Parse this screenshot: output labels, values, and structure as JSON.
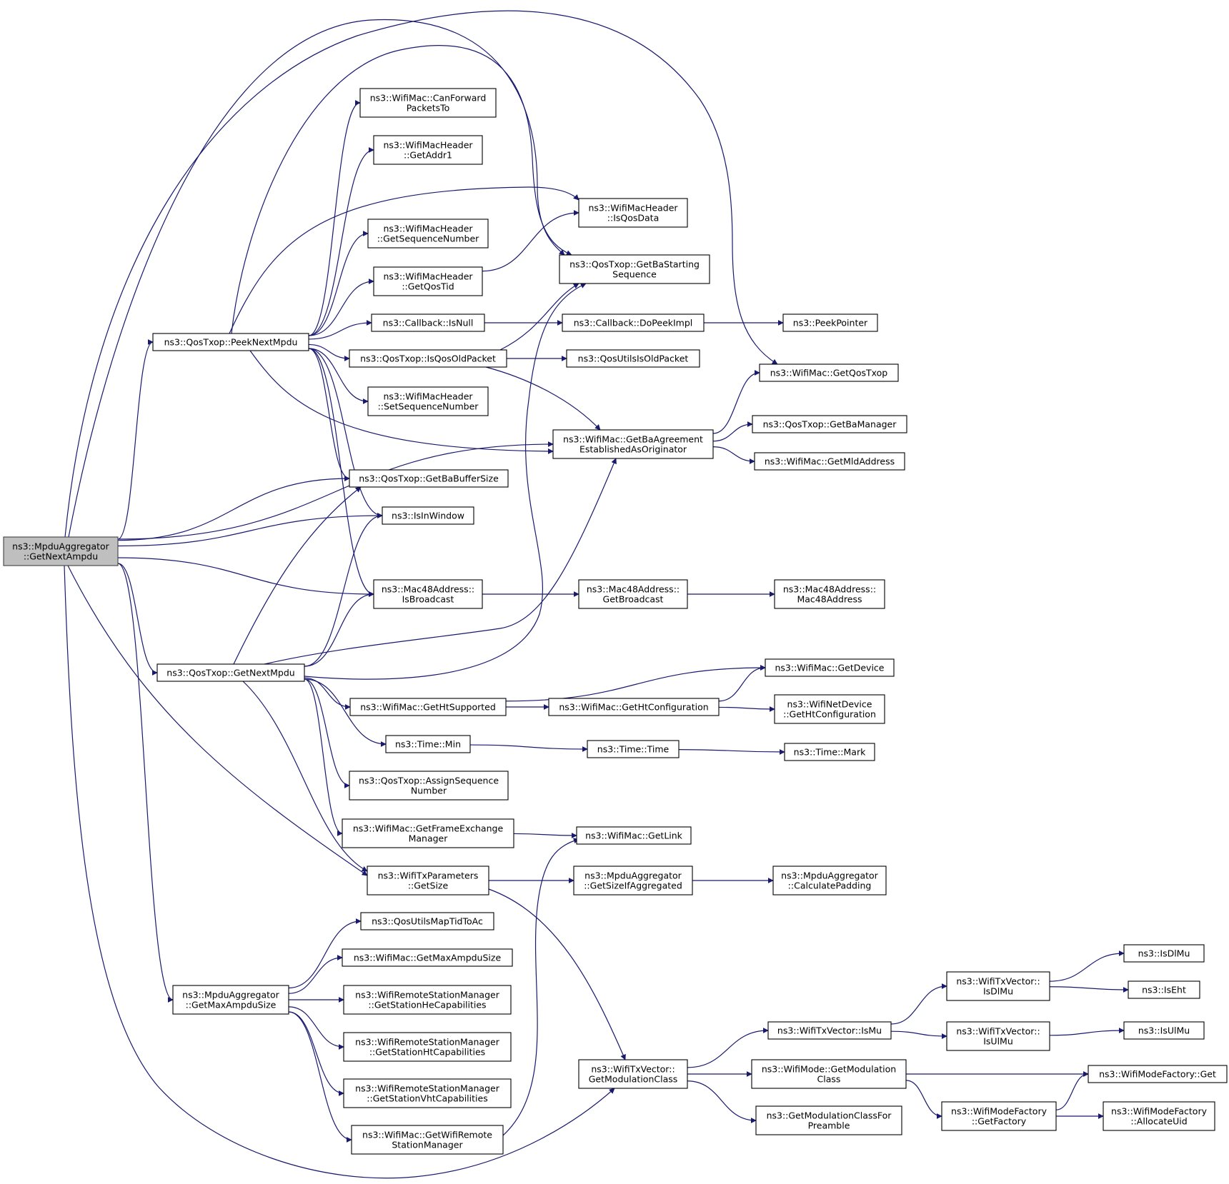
{
  "graph": {
    "root": "n_root",
    "nodes": [
      {
        "id": "n_root",
        "lines": [
          "ns3::MpduAggregator",
          "::GetNextAmpdu"
        ],
        "root": true
      },
      {
        "id": "n_peek",
        "lines": [
          "ns3::QosTxop::PeekNextMpdu"
        ]
      },
      {
        "id": "n_getnextmpdu",
        "lines": [
          "ns3::QosTxop::GetNextMpdu"
        ]
      },
      {
        "id": "n_getmaxampdu_agg",
        "lines": [
          "ns3::MpduAggregator",
          "::GetMaxAmpduSize"
        ]
      },
      {
        "id": "n_canforward",
        "lines": [
          "ns3::WifiMac::CanForward",
          "PacketsTo"
        ]
      },
      {
        "id": "n_getaddr1",
        "lines": [
          "ns3::WifiMacHeader",
          "::GetAddr1"
        ]
      },
      {
        "id": "n_getseqnum",
        "lines": [
          "ns3::WifiMacHeader",
          "::GetSequenceNumber"
        ]
      },
      {
        "id": "n_getqostid",
        "lines": [
          "ns3::WifiMacHeader",
          "::GetQosTid"
        ]
      },
      {
        "id": "n_cbisnull",
        "lines": [
          "ns3::Callback::IsNull"
        ]
      },
      {
        "id": "n_isqosold",
        "lines": [
          "ns3::QosTxop::IsQosOldPacket"
        ]
      },
      {
        "id": "n_setseqnum",
        "lines": [
          "ns3::WifiMacHeader",
          "::SetSequenceNumber"
        ]
      },
      {
        "id": "n_getbabuffersize",
        "lines": [
          "ns3::QosTxop::GetBaBufferSize"
        ]
      },
      {
        "id": "n_isinwindow",
        "lines": [
          "ns3::IsInWindow"
        ]
      },
      {
        "id": "n_isbroadcast",
        "lines": [
          "ns3::Mac48Address::",
          "IsBroadcast"
        ]
      },
      {
        "id": "n_isqosdata",
        "lines": [
          "ns3::WifiMacHeader",
          "::IsQosData"
        ]
      },
      {
        "id": "n_getbastartseq",
        "lines": [
          "ns3::QosTxop::GetBaStarting",
          "Sequence"
        ]
      },
      {
        "id": "n_dopeekimpl",
        "lines": [
          "ns3::Callback::DoPeekImpl"
        ]
      },
      {
        "id": "n_qosutilsold",
        "lines": [
          "ns3::QosUtilsIsOldPacket"
        ]
      },
      {
        "id": "n_getbaagreement",
        "lines": [
          "ns3::WifiMac::GetBaAgreement",
          "EstablishedAsOriginator"
        ]
      },
      {
        "id": "n_getbroadcast",
        "lines": [
          "ns3::Mac48Address::",
          "GetBroadcast"
        ]
      },
      {
        "id": "n_peekpointer",
        "lines": [
          "ns3::PeekPointer"
        ]
      },
      {
        "id": "n_getqostxop",
        "lines": [
          "ns3::WifiMac::GetQosTxop"
        ]
      },
      {
        "id": "n_getbamanager",
        "lines": [
          "ns3::QosTxop::GetBaManager"
        ]
      },
      {
        "id": "n_getmldaddress",
        "lines": [
          "ns3::WifiMac::GetMldAddress"
        ]
      },
      {
        "id": "n_mac48address",
        "lines": [
          "ns3::Mac48Address::",
          "Mac48Address"
        ]
      },
      {
        "id": "n_gethtsupported",
        "lines": [
          "ns3::WifiMac::GetHtSupported"
        ]
      },
      {
        "id": "n_timemin",
        "lines": [
          "ns3::Time::Min"
        ]
      },
      {
        "id": "n_assignseq",
        "lines": [
          "ns3::QosTxop::AssignSequence",
          "Number"
        ]
      },
      {
        "id": "n_getfem",
        "lines": [
          "ns3::WifiMac::GetFrameExchange",
          "Manager"
        ]
      },
      {
        "id": "n_txparamsize",
        "lines": [
          "ns3::WifiTxParameters",
          "::GetSize"
        ]
      },
      {
        "id": "n_getdevice",
        "lines": [
          "ns3::WifiMac::GetDevice"
        ]
      },
      {
        "id": "n_gethtconfig",
        "lines": [
          "ns3::WifiMac::GetHtConfiguration"
        ]
      },
      {
        "id": "n_netdevhtconfig",
        "lines": [
          "ns3::WifiNetDevice",
          "::GetHtConfiguration"
        ]
      },
      {
        "id": "n_timetime",
        "lines": [
          "ns3::Time::Time"
        ]
      },
      {
        "id": "n_timemark",
        "lines": [
          "ns3::Time::Mark"
        ]
      },
      {
        "id": "n_getlink",
        "lines": [
          "ns3::WifiMac::GetLink"
        ]
      },
      {
        "id": "n_getsizeifagg",
        "lines": [
          "ns3::MpduAggregator",
          "::GetSizeIfAggregated"
        ]
      },
      {
        "id": "n_calcpadding",
        "lines": [
          "ns3::MpduAggregator",
          "::CalculatePadding"
        ]
      },
      {
        "id": "n_mapTidToAc",
        "lines": [
          "ns3::QosUtilsMapTidToAc"
        ]
      },
      {
        "id": "n_macgetmaxampdu",
        "lines": [
          "ns3::WifiMac::GetMaxAmpduSize"
        ]
      },
      {
        "id": "n_stahecap",
        "lines": [
          "ns3::WifiRemoteStationManager",
          "::GetStationHeCapabilities"
        ]
      },
      {
        "id": "n_stahtcap",
        "lines": [
          "ns3::WifiRemoteStationManager",
          "::GetStationHtCapabilities"
        ]
      },
      {
        "id": "n_stavhtcap",
        "lines": [
          "ns3::WifiRemoteStationManager",
          "::GetStationVhtCapabilities"
        ]
      },
      {
        "id": "n_getwrsm",
        "lines": [
          "ns3::WifiMac::GetWifiRemote",
          "StationManager"
        ]
      },
      {
        "id": "n_txvecmodclass",
        "lines": [
          "ns3::WifiTxVector::",
          "GetModulationClass"
        ]
      },
      {
        "id": "n_txvecismu",
        "lines": [
          "ns3::WifiTxVector::IsMu"
        ]
      },
      {
        "id": "n_modegetmodclass",
        "lines": [
          "ns3::WifiMode::GetModulation",
          "Class"
        ]
      },
      {
        "id": "n_getmodclasspre",
        "lines": [
          "ns3::GetModulationClassFor",
          "Preamble"
        ]
      },
      {
        "id": "n_txvecisdlmu",
        "lines": [
          "ns3::WifiTxVector::",
          "IsDlMu"
        ]
      },
      {
        "id": "n_txvecisulmu",
        "lines": [
          "ns3::WifiTxVector::",
          "IsUlMu"
        ]
      },
      {
        "id": "n_isdlmu",
        "lines": [
          "ns3::IsDlMu"
        ]
      },
      {
        "id": "n_iseht",
        "lines": [
          "ns3::IsEht"
        ]
      },
      {
        "id": "n_isulmu",
        "lines": [
          "ns3::IsUlMu"
        ]
      },
      {
        "id": "n_modefactoryget",
        "lines": [
          "ns3::WifiModeFactory::Get"
        ]
      },
      {
        "id": "n_modefactorygetfactory",
        "lines": [
          "ns3::WifiModeFactory",
          "::GetFactory"
        ]
      },
      {
        "id": "n_allocateuid",
        "lines": [
          "ns3::WifiModeFactory",
          "::AllocateUid"
        ]
      }
    ],
    "edges": [
      [
        "n_root",
        "n_peek"
      ],
      [
        "n_root",
        "n_getbastartseq"
      ],
      [
        "n_root",
        "n_getqostxop"
      ],
      [
        "n_root",
        "n_getbabuffersize"
      ],
      [
        "n_root",
        "n_isinwindow"
      ],
      [
        "n_root",
        "n_getbaagreement"
      ],
      [
        "n_root",
        "n_isbroadcast"
      ],
      [
        "n_root",
        "n_getnextmpdu"
      ],
      [
        "n_root",
        "n_txparamsize"
      ],
      [
        "n_root",
        "n_getmaxampdu_agg"
      ],
      [
        "n_root",
        "n_txvecmodclass"
      ],
      [
        "n_peek",
        "n_canforward"
      ],
      [
        "n_peek",
        "n_getaddr1"
      ],
      [
        "n_peek",
        "n_isqosdata"
      ],
      [
        "n_peek",
        "n_getseqnum"
      ],
      [
        "n_peek",
        "n_getqostid"
      ],
      [
        "n_peek",
        "n_cbisnull"
      ],
      [
        "n_peek",
        "n_isqosold"
      ],
      [
        "n_peek",
        "n_setseqnum"
      ],
      [
        "n_peek",
        "n_getbaagreement"
      ],
      [
        "n_peek",
        "n_getbabuffersize"
      ],
      [
        "n_peek",
        "n_isinwindow"
      ],
      [
        "n_peek",
        "n_isbroadcast"
      ],
      [
        "n_peek",
        "n_getbastartseq"
      ],
      [
        "n_getqostid",
        "n_isqosdata"
      ],
      [
        "n_cbisnull",
        "n_dopeekimpl"
      ],
      [
        "n_dopeekimpl",
        "n_peekpointer"
      ],
      [
        "n_isqosold",
        "n_getbastartseq"
      ],
      [
        "n_isqosold",
        "n_qosutilsold"
      ],
      [
        "n_isqosold",
        "n_getbaagreement"
      ],
      [
        "n_getbaagreement",
        "n_getqostxop"
      ],
      [
        "n_getbaagreement",
        "n_getbamanager"
      ],
      [
        "n_getbaagreement",
        "n_getmldaddress"
      ],
      [
        "n_isbroadcast",
        "n_getbroadcast"
      ],
      [
        "n_getbroadcast",
        "n_mac48address"
      ],
      [
        "n_getnextmpdu",
        "n_getbabuffersize"
      ],
      [
        "n_getnextmpdu",
        "n_isinwindow"
      ],
      [
        "n_getnextmpdu",
        "n_isbroadcast"
      ],
      [
        "n_getnextmpdu",
        "n_getbaagreement"
      ],
      [
        "n_getnextmpdu",
        "n_getbastartseq"
      ],
      [
        "n_getnextmpdu",
        "n_gethtsupported"
      ],
      [
        "n_getnextmpdu",
        "n_timemin"
      ],
      [
        "n_getnextmpdu",
        "n_assignseq"
      ],
      [
        "n_getnextmpdu",
        "n_getfem"
      ],
      [
        "n_getnextmpdu",
        "n_txparamsize"
      ],
      [
        "n_gethtsupported",
        "n_getdevice"
      ],
      [
        "n_gethtsupported",
        "n_gethtconfig"
      ],
      [
        "n_gethtconfig",
        "n_getdevice"
      ],
      [
        "n_gethtconfig",
        "n_netdevhtconfig"
      ],
      [
        "n_timemin",
        "n_timetime"
      ],
      [
        "n_timetime",
        "n_timemark"
      ],
      [
        "n_getfem",
        "n_getlink"
      ],
      [
        "n_txparamsize",
        "n_getsizeifagg"
      ],
      [
        "n_txparamsize",
        "n_txvecmodclass"
      ],
      [
        "n_getsizeifagg",
        "n_calcpadding"
      ],
      [
        "n_getmaxampdu_agg",
        "n_mapTidToAc"
      ],
      [
        "n_getmaxampdu_agg",
        "n_macgetmaxampdu"
      ],
      [
        "n_getmaxampdu_agg",
        "n_stahecap"
      ],
      [
        "n_getmaxampdu_agg",
        "n_stahtcap"
      ],
      [
        "n_getmaxampdu_agg",
        "n_stavhtcap"
      ],
      [
        "n_getmaxampdu_agg",
        "n_getwrsm"
      ],
      [
        "n_getwrsm",
        "n_getlink"
      ],
      [
        "n_txvecmodclass",
        "n_txvecismu"
      ],
      [
        "n_txvecmodclass",
        "n_modegetmodclass"
      ],
      [
        "n_txvecmodclass",
        "n_getmodclasspre"
      ],
      [
        "n_txvecismu",
        "n_txvecisdlmu"
      ],
      [
        "n_txvecismu",
        "n_txvecisulmu"
      ],
      [
        "n_txvecisdlmu",
        "n_isdlmu"
      ],
      [
        "n_txvecisdlmu",
        "n_iseht"
      ],
      [
        "n_txvecisulmu",
        "n_isulmu"
      ],
      [
        "n_modegetmodclass",
        "n_modefactoryget"
      ],
      [
        "n_modegetmodclass",
        "n_modefactorygetfactory"
      ],
      [
        "n_modefactorygetfactory",
        "n_modefactoryget"
      ],
      [
        "n_modefactorygetfactory",
        "n_allocateuid"
      ]
    ]
  },
  "colors": {
    "edge": "#191970",
    "root_fill": "#bfbfbf",
    "node_fill": "#ffffff",
    "node_border": "#000000"
  }
}
